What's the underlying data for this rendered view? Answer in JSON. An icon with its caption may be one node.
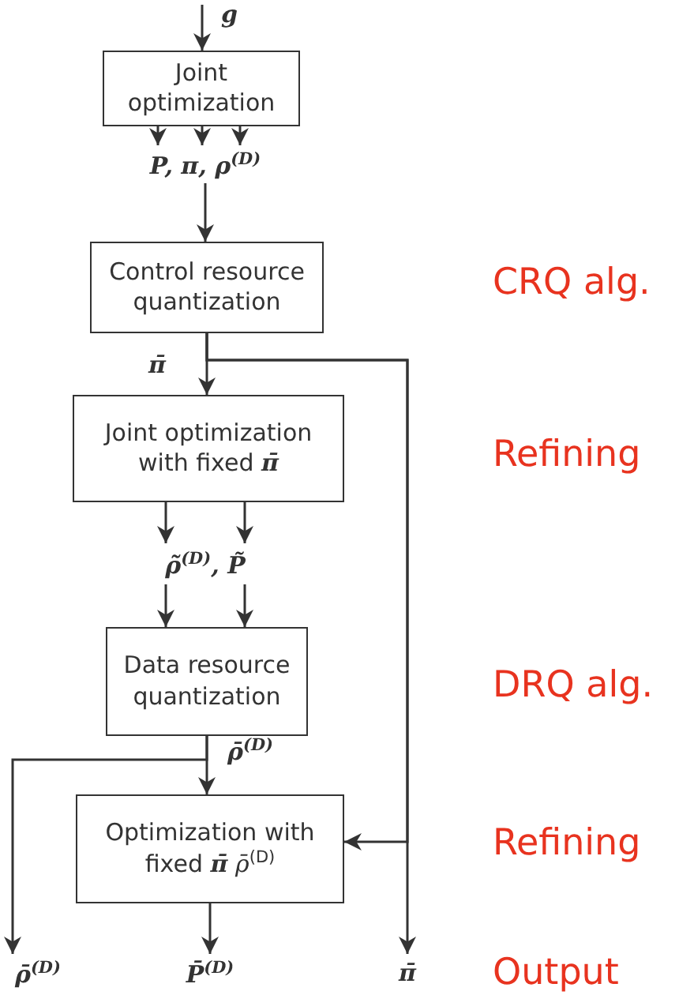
{
  "diagram": {
    "nodes": [
      {
        "text": [
          "Joint optimization"
        ]
      },
      {
        "text": [
          "P, π, ρ$^{(D)}$"
        ]
      },
      {
        "text": [
          "Control resource quantization"
        ]
      },
      {
        "text": [
          "Joint optimization with fixed **π̄**"
        ]
      },
      {
        "text": [
          "ρ̃$^{(D)}$, P̃"
        ]
      },
      {
        "text": [
          "Data resource quantization"
        ]
      },
      {
        "text": [
          "Optimization with fixed **π̄** *ρ̄*$^{(D)}$"
        ]
      },
      {
        "text": [
          "ρ̄$^{(D)}$"
        ]
      },
      {
        "text": [
          "P̄$^{(D)}$"
        ]
      },
      {
        "text": [
          "π̄"
        ]
      }
    ],
    "edges": [
      {
        "from": null,
        "to": 0,
        "arrow": "to",
        "label": "g"
      },
      {
        "from": 0,
        "to": 1,
        "arrow": "to"
      },
      {
        "from": 0,
        "to": 1,
        "arrow": "to"
      },
      {
        "from": 0,
        "to": 1,
        "arrow": "to"
      },
      {
        "from": 1,
        "to": 2,
        "arrow": "to"
      },
      {
        "from": 2,
        "to": 3,
        "arrow": "to",
        "label": "π̄"
      },
      {
        "from": 2,
        "to": 6,
        "arrow": "to"
      },
      {
        "from": 2,
        "to": 9,
        "arrow": "to"
      },
      {
        "from": 3,
        "to": 4,
        "arrow": "to"
      },
      {
        "from": 3,
        "to": 4,
        "arrow": "to"
      },
      {
        "from": 4,
        "to": 5,
        "arrow": "to"
      },
      {
        "from": 4,
        "to": 5,
        "arrow": "to"
      },
      {
        "from": 5,
        "to": 6,
        "arrow": "to",
        "label": "ρ̄$^{(D)}$"
      },
      {
        "from": 5,
        "to": 7,
        "arrow": "to"
      },
      {
        "from": 6,
        "to": 8,
        "arrow": "to"
      }
    ],
    "labels": [
      "CRQ alg.",
      "Refining",
      "DRQ alg.",
      "Refining",
      "Output"
    ]
  }
}
